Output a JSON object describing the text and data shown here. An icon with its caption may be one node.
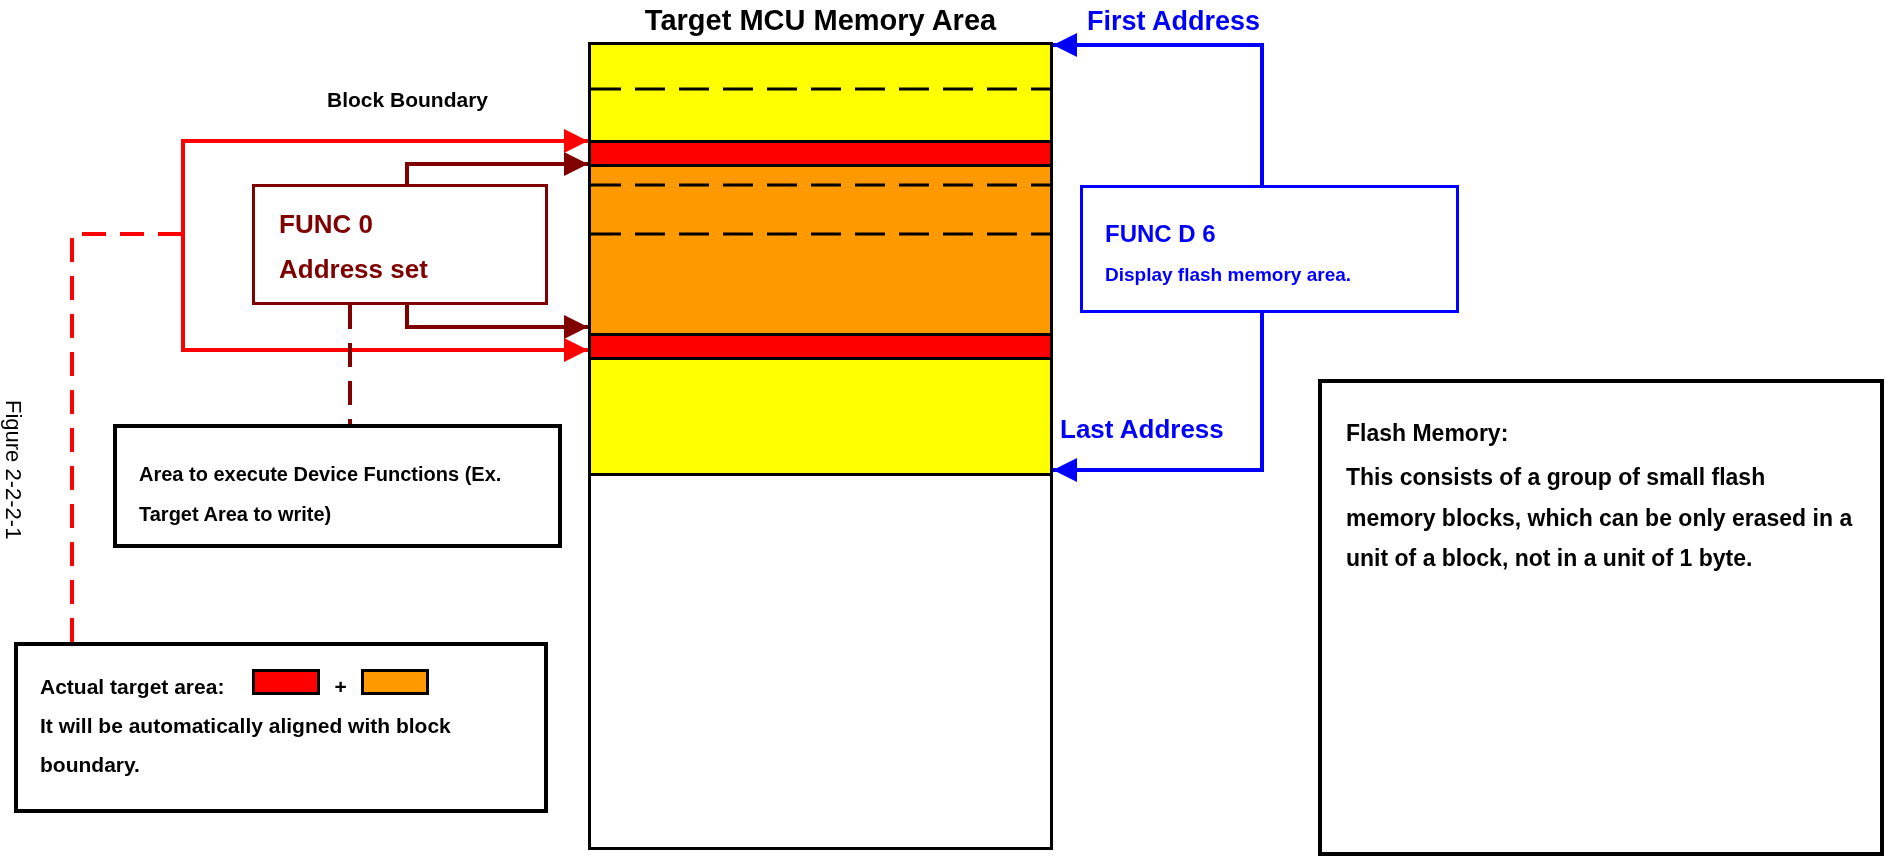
{
  "diagram": {
    "caption": "Figure 2-2-2-1",
    "nodes": [
      {
        "text": [
          "Target MCU Memory Area"
        ]
      },
      {
        "text": [],
        "shape": "bar",
        "in": 0
      },
      {
        "text": [],
        "shape": "bar",
        "in": 0
      },
      {
        "text": [],
        "shape": "bar",
        "in": 0
      },
      {
        "text": [],
        "shape": "bar",
        "in": 0
      },
      {
        "text": [],
        "shape": "bar",
        "in": 0
      },
      {
        "text": [
          "FUNC 0",
          "Address set"
        ]
      },
      {
        "text": [
          "FUNC D 6",
          "Display flash memory area."
        ]
      },
      {
        "text": [
          "Area to execute Device Functions (Ex. Target Area to write)"
        ]
      },
      {
        "text": [
          "Actual target area:",
          "+",
          "It will be automatically aligned with block boundary."
        ]
      },
      {
        "text": [
          "Flash Memory:",
          "This consists of a group of small flash memory blocks, which can be only erased in a unit of a block, not in a unit of 1 byte."
        ]
      }
    ],
    "edges": [
      {
        "from": null,
        "to": 2,
        "arrow": "to",
        "label": "Block Boundary",
        "color": "#ff0000"
      },
      {
        "from": null,
        "to": 4,
        "arrow": "to",
        "color": "#ff0000"
      },
      {
        "from": 9,
        "to": null,
        "arrow": "none",
        "style": "dashed",
        "color": "#ff0000"
      },
      {
        "from": 6,
        "to": 3,
        "arrow": "to",
        "color": "#800000"
      },
      {
        "from": 6,
        "to": 3,
        "arrow": "to",
        "color": "#800000"
      },
      {
        "from": 6,
        "to": 8,
        "arrow": "none",
        "style": "dashed",
        "color": "#800000"
      },
      {
        "from": 7,
        "to": 1,
        "arrow": "to",
        "label": "First Address",
        "color": "#0000ff"
      },
      {
        "from": 7,
        "to": 5,
        "arrow": "to",
        "label": "Last Address",
        "color": "#0000ff"
      }
    ]
  }
}
